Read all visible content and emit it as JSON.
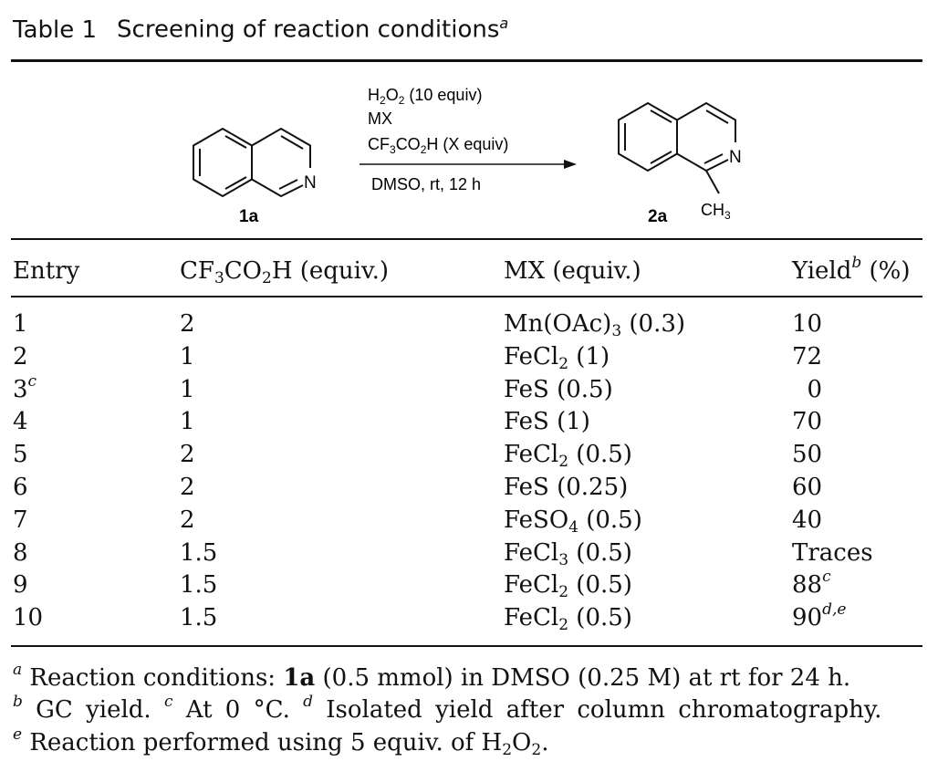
{
  "title": {
    "label": "Table 1",
    "text": "Screening of reaction conditions",
    "note": "a"
  },
  "scheme": {
    "reactant_label": "1a",
    "product_label": "2a",
    "atom_n": "N",
    "methyl": {
      "base": "CH",
      "sub": "3"
    },
    "conditions": {
      "line1": {
        "a": "H",
        "s1": "2",
        "b": "O",
        "s2": "2",
        "c": " (10 equiv)"
      },
      "line2": "MX",
      "line3": {
        "a": "CF",
        "s1": "3",
        "b": "CO",
        "s2": "2",
        "c": "H (X equiv)"
      },
      "line4": "DMSO, rt, 12 h"
    }
  },
  "table": {
    "headers": {
      "entry": "Entry",
      "acid": {
        "a": "CF",
        "s1": "3",
        "b": "CO",
        "s2": "2",
        "c": "H (equiv.)"
      },
      "mx": "MX (equiv.)",
      "yield": {
        "a": "Yield",
        "sup": "b",
        "c": " (%)"
      }
    },
    "rows": [
      {
        "entry": "1",
        "entry_sup": "",
        "acid": "2",
        "mx": {
          "name": "Mn(OAc)",
          "sub": "3",
          "amt": " (0.3)"
        },
        "yield": "10",
        "yield_sup": ""
      },
      {
        "entry": "2",
        "entry_sup": "",
        "acid": "1",
        "mx": {
          "name": "FeCl",
          "sub": "2",
          "amt": " (1)"
        },
        "yield": "72",
        "yield_sup": ""
      },
      {
        "entry": "3",
        "entry_sup": "c",
        "acid": "1",
        "mx": {
          "name": "FeS",
          "sub": "",
          "amt": " (0.5)"
        },
        "yield": "  0",
        "yield_sup": ""
      },
      {
        "entry": "4",
        "entry_sup": "",
        "acid": "1",
        "mx": {
          "name": "FeS",
          "sub": "",
          "amt": " (1)"
        },
        "yield": "70",
        "yield_sup": ""
      },
      {
        "entry": "5",
        "entry_sup": "",
        "acid": "2",
        "mx": {
          "name": "FeCl",
          "sub": "2",
          "amt": " (0.5)"
        },
        "yield": "50",
        "yield_sup": ""
      },
      {
        "entry": "6",
        "entry_sup": "",
        "acid": "2",
        "mx": {
          "name": "FeS",
          "sub": "",
          "amt": " (0.25)"
        },
        "yield": "60",
        "yield_sup": ""
      },
      {
        "entry": "7",
        "entry_sup": "",
        "acid": "2",
        "mx": {
          "name": "FeSO",
          "sub": "4",
          "amt": " (0.5)"
        },
        "yield": "40",
        "yield_sup": ""
      },
      {
        "entry": "8",
        "entry_sup": "",
        "acid": "1.5",
        "mx": {
          "name": "FeCl",
          "sub": "3",
          "amt": " (0.5)"
        },
        "yield": "Traces",
        "yield_sup": ""
      },
      {
        "entry": "9",
        "entry_sup": "",
        "acid": "1.5",
        "mx": {
          "name": "FeCl",
          "sub": "2",
          "amt": " (0.5)"
        },
        "yield": "88",
        "yield_sup": "c"
      },
      {
        "entry": "10",
        "entry_sup": "",
        "acid": "1.5",
        "mx": {
          "name": "FeCl",
          "sub": "2",
          "amt": " (0.5)"
        },
        "yield": "90",
        "yield_sup": "d,e"
      }
    ]
  },
  "footnotes": {
    "a": {
      "mark": "a",
      "pre": " Reaction conditions: ",
      "bold": "1a",
      "post": " (0.5 mmol) in DMSO (0.25 M) at rt for 24 h."
    },
    "line2": {
      "b_mark": "b",
      "b_text": " GC yield. ",
      "c_mark": "c",
      "c_text": " At 0 °C. ",
      "d_mark": "d",
      "d_text": " Isolated yield after column chromatography."
    },
    "e": {
      "mark": "e",
      "pre": " Reaction performed using 5 equiv. of H",
      "s1": "2",
      "b": "O",
      "s2": "2",
      "post": "."
    }
  }
}
